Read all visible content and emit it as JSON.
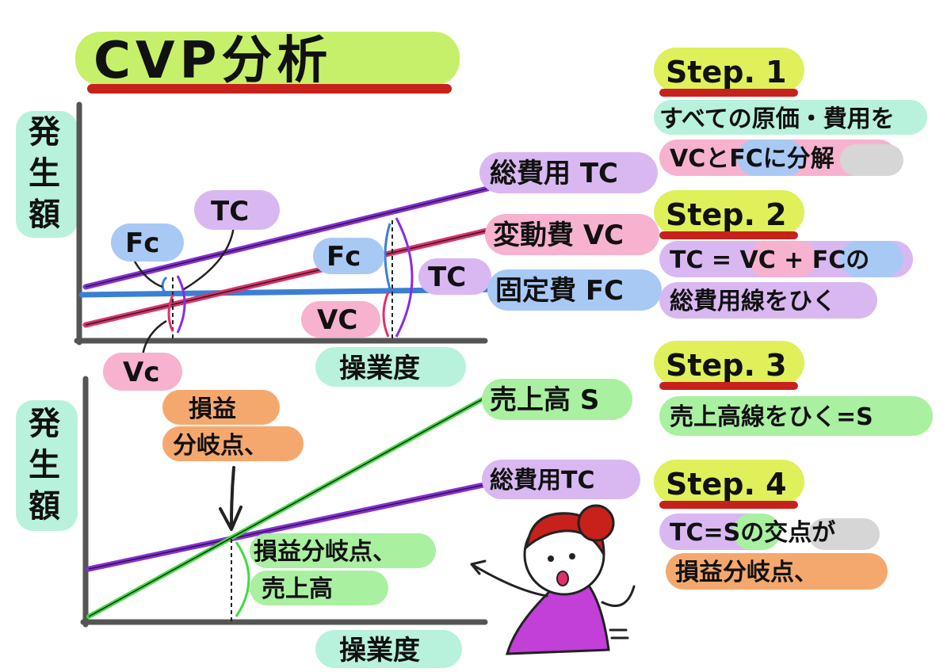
{
  "title": "CVP分析",
  "colors": {
    "tc": "#8a2be2",
    "vc": "#e0306a",
    "fc": "#3a7fd5",
    "sales": "#3fdc3f",
    "axis": "#555555",
    "title_highlight": "#c6f06a",
    "underline": "#c8201a",
    "step_highlight": "#dff05a",
    "mint": "#b8f2dc",
    "lavender": "#d9b8f2",
    "pink": "#f7b2cf",
    "blue": "#a9c9f5",
    "orange": "#f5a86e",
    "green": "#a9f0a0",
    "gray": "#d6d6d6"
  },
  "chart1": {
    "y_axis_label": [
      "発",
      "生",
      "額"
    ],
    "x_axis_label": "操業度",
    "line_labels": {
      "tc": "総費用 TC",
      "vc": "変動費 VC",
      "fc": "固定費 FC"
    },
    "callouts": {
      "fc_left": "Fc",
      "tc_left": "TC",
      "vc_left": "Vc",
      "fc_right": "Fc",
      "tc_right": "TC",
      "vc_right": "VC"
    }
  },
  "chart2": {
    "y_axis_label": [
      "発",
      "生",
      "額"
    ],
    "x_axis_label": "操業度",
    "line_labels": {
      "sales": "売上高 S",
      "tc": "総費用TC"
    },
    "bep_label": [
      "損益",
      "分岐点、"
    ],
    "bep_sales_label": [
      "損益分岐点、",
      "売上高"
    ]
  },
  "steps": [
    {
      "heading": "Step. 1",
      "lines": [
        "すべての原価・費用を",
        "VCとFCに分解"
      ]
    },
    {
      "heading": "Step. 2",
      "lines": [
        "TC = VC + FCの",
        "総費用線をひく"
      ]
    },
    {
      "heading": "Step. 3",
      "lines": [
        "売上高線をひく=S"
      ]
    },
    {
      "heading": "Step. 4",
      "lines": [
        "TC=Sの交点が",
        "損益分岐点、"
      ]
    }
  ],
  "character": {
    "icon": "pointing-girl-icon"
  }
}
